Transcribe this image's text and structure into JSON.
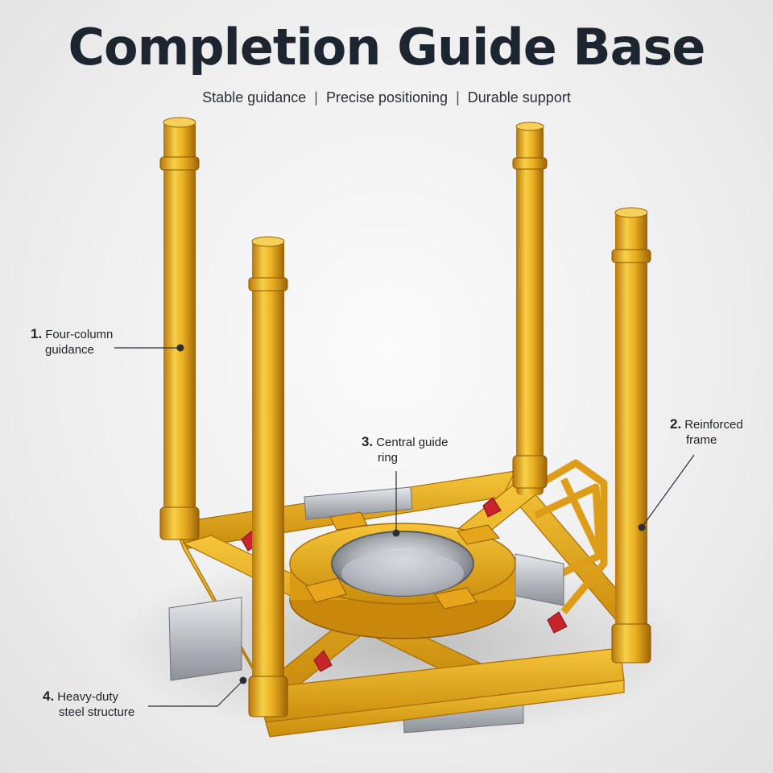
{
  "header": {
    "title": "Completion Guide Base",
    "subtitle_items": [
      "Stable guidance",
      "Precise positioning",
      "Durable support"
    ],
    "separator": "|"
  },
  "callouts": [
    {
      "number": "1.",
      "line1": "Four-column",
      "line2": "guidance"
    },
    {
      "number": "2.",
      "line1": "Reinforced",
      "line2": "frame"
    },
    {
      "number": "3.",
      "line1": "Central guide",
      "line2": "ring"
    },
    {
      "number": "4.",
      "line1": "Heavy-duty",
      "line2": "steel structure"
    }
  ],
  "colors": {
    "frame_yellow": "#e8a81c",
    "frame_dark": "#b9780a",
    "frame_light": "#f6cf4a",
    "steel": "#b8bcc2",
    "accent_red": "#c8242b",
    "text_dark": "#1c2530"
  }
}
